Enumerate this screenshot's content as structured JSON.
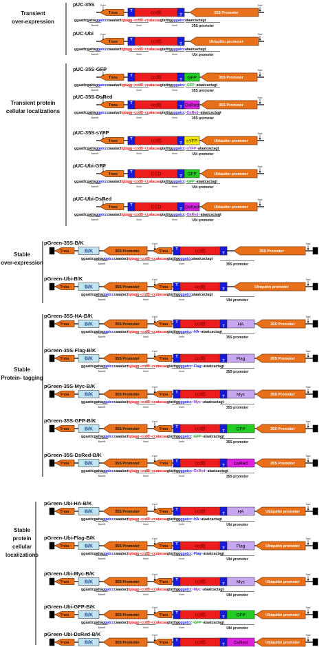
{
  "colors": {
    "arrow_fill": "#e8701a",
    "arrow_stroke": "#7a3200",
    "ccdb_fill": "#ee1c1c",
    "att_fill": "#1a1adc",
    "bk_fill": "#bfe3f1",
    "gfp_fill": "#22cc22",
    "dsred_fill": "#dd22dd",
    "syfp_fill": "#f2e600",
    "tag_fill": "#c8a6f2",
    "blue_text": "#1a1aee",
    "red_text": "#ee1111",
    "purple_text": "#8a2be2",
    "green_text": "#11aa11"
  },
  "labels": {
    "tnos": "Tnos",
    "ccdb": "ccdB",
    "ccdb_alt": "CCD",
    "att_t": "T",
    "bk": "B/K",
    "p35s": "35S Promoter",
    "pubi": "Ubiquitin promoter",
    "gfp": "GFP",
    "dsred": "DsRed",
    "syfp": "sYFP",
    "ha": "HA",
    "flag": "Flag",
    "myc": "Myc",
    "kpni": "KpnI",
    "saci": "SacI",
    "bamhi": "BamHI",
    "xmni": "XmnI",
    "promoter_35s_short": "35S promoter",
    "promoter_ubi_short": "Ubi promoter",
    "seq_a": "ggaattcgattag",
    "seq_b": "gatcc",
    "seq_c": "caaatact",
    "seq_d": "tgtagg",
    "seq_e": "~ccdB~",
    "seq_f": "ccatacaa",
    "seq_g": "gtatttgg",
    "seq_h": "ggatcc",
    "seq_i": "ataatcactagt",
    "seq_gfp": "~GFP~",
    "seq_dsred": "~DsRed~",
    "seq_syfp": "~sYFP~",
    "seq_ha": "~HA~",
    "seq_flag": "~Flag~",
    "seq_myc": "~Myc~"
  },
  "groups": [
    {
      "label_lines": [
        "Transient",
        "over-expression"
      ]
    },
    {
      "label_lines": [
        "Transient protein",
        "cellular localizations"
      ]
    },
    {
      "label_lines": [
        "Stable",
        "over-expression"
      ]
    },
    {
      "label_lines": [
        "Stable",
        "Protein- tagging"
      ]
    },
    {
      "label_lines": [
        "Stable",
        "protein",
        "cellular",
        "localizations"
      ]
    }
  ],
  "constructs": [
    {
      "name": "pUC-35S"
    },
    {
      "name": "pUC-Ubi"
    },
    {
      "name": "pUC-35S-GFP"
    },
    {
      "name": "pUC-35S-DsRed"
    },
    {
      "name": "pUC-35S-sYFP"
    },
    {
      "name": "pUC-Ubi-GFP"
    },
    {
      "name": "pUC-Ubi-DsRed"
    },
    {
      "name": "pGreen-35S-B/K"
    },
    {
      "name": "pGreen-Ubi-B/K"
    },
    {
      "name": "pGreen-35S-HA-B/K"
    },
    {
      "name": "pGreen-35S-Flag-B/K"
    },
    {
      "name": "pGreen-35S-Myc-B/K"
    },
    {
      "name": "pGreen-35S-GFP-B/K"
    },
    {
      "name": "pGreen-35S-DsRed-B/K"
    },
    {
      "name": "pGreen-Ubi-HA-B/K"
    },
    {
      "name": "pGreen-Ubi-Flag-B/K"
    },
    {
      "name": "pGreen-Ubi-Myc-B/K"
    },
    {
      "name": "pGreen-Ubi-GFP-B/K"
    },
    {
      "name": "pGreen-Ubi-DsRed-B/K"
    }
  ]
}
